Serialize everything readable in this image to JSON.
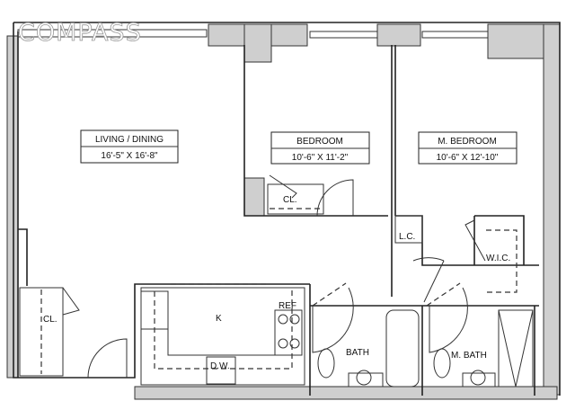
{
  "watermark": "COMPASS",
  "rooms": {
    "living": {
      "name": "LIVING / DINING",
      "size": "16'-5\" X 16'-8\""
    },
    "bedroom": {
      "name": "BEDROOM",
      "size": "10'-6\" X 11'-2\""
    },
    "master_bedroom": {
      "name": "M. BEDROOM",
      "size": "10'-6\" X 12'-10\""
    },
    "bedroom_closet": "CL.",
    "entry_closet": "CL.",
    "linen_closet": "L.C.",
    "walk_in_closet": "W.I.C.",
    "kitchen": "K",
    "refrigerator": "REF",
    "dishwasher": "D.W.",
    "bath": "BATH",
    "master_bath": "M. BATH"
  }
}
